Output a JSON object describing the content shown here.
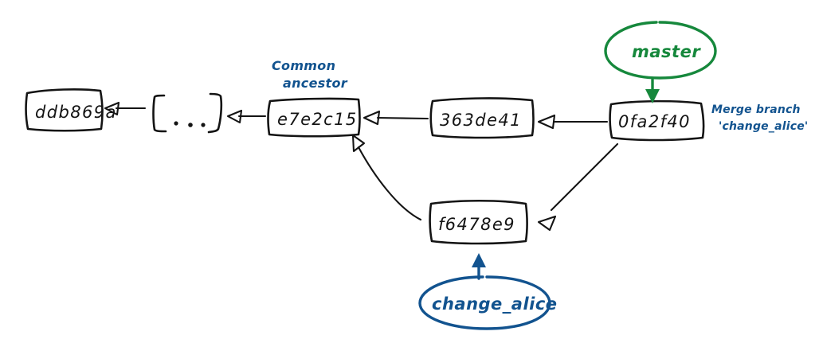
{
  "diagram": {
    "title": "Git merge commit graph (hand-drawn sketch)",
    "background_color": "#ffffff",
    "ink_color": "#141414",
    "blue_color": "#12538f",
    "green_color": "#16883c"
  },
  "commits": [
    {
      "id": "ddb869a",
      "label": "ddb869a"
    },
    {
      "id": "ellipsis",
      "label": "[ ... ]"
    },
    {
      "id": "e7e2c15",
      "label": "e7e2c15"
    },
    {
      "id": "363de41",
      "label": "363de41"
    },
    {
      "id": "0fa2f40",
      "label": "0fa2f40"
    },
    {
      "id": "f6478e9",
      "label": "f6478e9"
    }
  ],
  "annotations": {
    "common_ancestor_line1": "Common",
    "common_ancestor_line2": "ancestor",
    "merge_message_line1": "Merge branch",
    "merge_message_line2": "'change_alice'"
  },
  "branches": [
    {
      "name": "master",
      "color": "#16883c",
      "points_to": "0fa2f40"
    },
    {
      "name": "change_alice",
      "color": "#12538f",
      "points_to": "f6478e9"
    }
  ],
  "edges": [
    {
      "from": "ellipsis",
      "to": "ddb869a"
    },
    {
      "from": "e7e2c15",
      "to": "ellipsis"
    },
    {
      "from": "363de41",
      "to": "e7e2c15"
    },
    {
      "from": "0fa2f40",
      "to": "363de41"
    },
    {
      "from": "f6478e9",
      "to": "e7e2c15"
    },
    {
      "from": "0fa2f40",
      "to": "f6478e9"
    }
  ]
}
